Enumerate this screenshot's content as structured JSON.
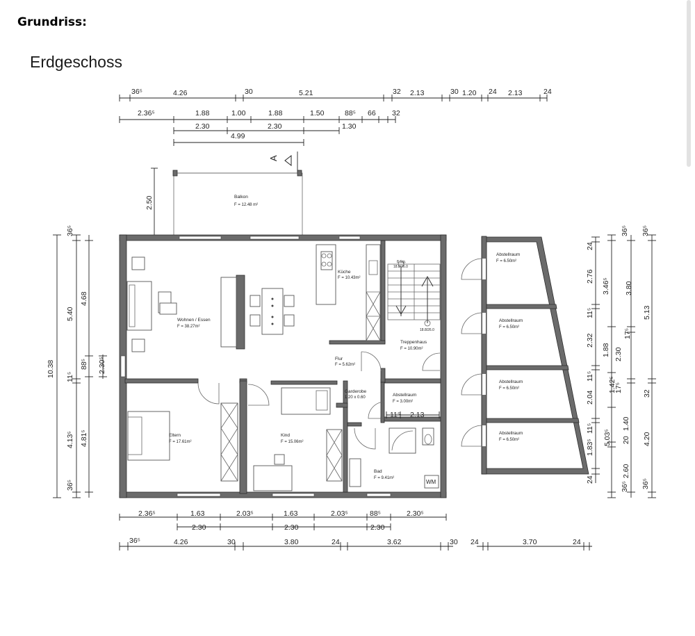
{
  "heading": "Grundriss:",
  "floor_title": "Erdgeschoss",
  "section_marker": "A",
  "dims_top_row1": [
    "36⁵",
    "4.26",
    "30",
    "5.21",
    "32",
    "2.13",
    "30",
    "1.20",
    "24",
    "2.13",
    "24"
  ],
  "dims_top_row2": [
    "2.36⁵",
    "1.88",
    "1.00",
    "1.88",
    "1.50",
    "88⁵",
    "66",
    "32"
  ],
  "dims_top_row3": [
    "2.30",
    "2.30",
    "1.30"
  ],
  "dims_top_row4": [
    "4.99"
  ],
  "dims_bottom_row1": [
    "2.36⁵",
    "1.63",
    "2.03⁵",
    "1.63",
    "2.03⁵",
    "88⁵",
    "2.30⁵"
  ],
  "dims_bottom_row2": [
    "2.30",
    "2.30",
    "2.30"
  ],
  "dims_bottom_row3": [
    "36⁵",
    "4.26",
    "30",
    "3.80",
    "24",
    "3.62",
    "30",
    "24",
    "3.70",
    "24"
  ],
  "dims_left_outer": [
    "10.38"
  ],
  "dims_left_mid": [
    "36⁵",
    "5.40",
    "11⁵",
    "4.13⁵",
    "36⁵"
  ],
  "dims_left_inner": [
    "4.68",
    "88⁵",
    "2.30⁵",
    "4.81⁵"
  ],
  "dims_balcony": [
    "2.50"
  ],
  "dims_right_a": [
    "24",
    "2.76",
    "11⁵",
    "2.32",
    "11⁵",
    "2.04",
    "11⁵",
    "1.83⁵",
    "24"
  ],
  "dims_right_b": [
    "36⁵",
    "3.46⁵",
    "1.88",
    "1.42⁵",
    "1.40",
    "20",
    "2.60",
    "36⁵"
  ],
  "dims_right_c": [
    "3.80",
    "17⁵",
    "2.30",
    "17⁵",
    "5.03⁵"
  ],
  "dims_right_d": [
    "36⁵",
    "5.13",
    "32",
    "4.20",
    "36⁵"
  ],
  "dims_inner": [
    "11⁵",
    "2.13"
  ],
  "rooms": {
    "balkon": {
      "name": "Balkon",
      "area": "F = 12.48 m²"
    },
    "wohnen": {
      "name": "Wohnen / Essen",
      "area": "F = 38.27m²"
    },
    "kueche": {
      "name": "Küche",
      "area": "F = 10.43m²"
    },
    "treppenhaus": {
      "name": "Treppenhaus",
      "area": "F = 10.90m²"
    },
    "flur": {
      "name": "Flur",
      "area": "F = 5.62m²"
    },
    "garderobe": {
      "name": "Garderobe",
      "area": "1.20 x 0.60"
    },
    "abstell_small": {
      "name": "Abstellraum",
      "area": "F = 3.00m²"
    },
    "eltern": {
      "name": "Eltern",
      "area": "F = 17.61m²"
    },
    "kind": {
      "name": "Kind",
      "area": "F = 15.06m²"
    },
    "bad": {
      "name": "Bad",
      "area": "F = 9.41m²"
    },
    "wm": "WM",
    "stair": {
      "name": "8 Stg.",
      "value": "18.8/26.0"
    },
    "stair_b": "18.8/26.0",
    "abstell_1": {
      "name": "Abstellraum",
      "area": "F = 6.50m²"
    },
    "abstell_2": {
      "name": "Abstellraum",
      "area": "F = 6.50m²"
    },
    "abstell_3": {
      "name": "Abstellraum",
      "area": "F = 6.50m²"
    },
    "abstell_4": {
      "name": "Abstellraum",
      "area": "F = 6.50m²"
    }
  },
  "colors": {
    "wall": "#6b6b6b",
    "line": "#222222",
    "background": "#ffffff"
  }
}
